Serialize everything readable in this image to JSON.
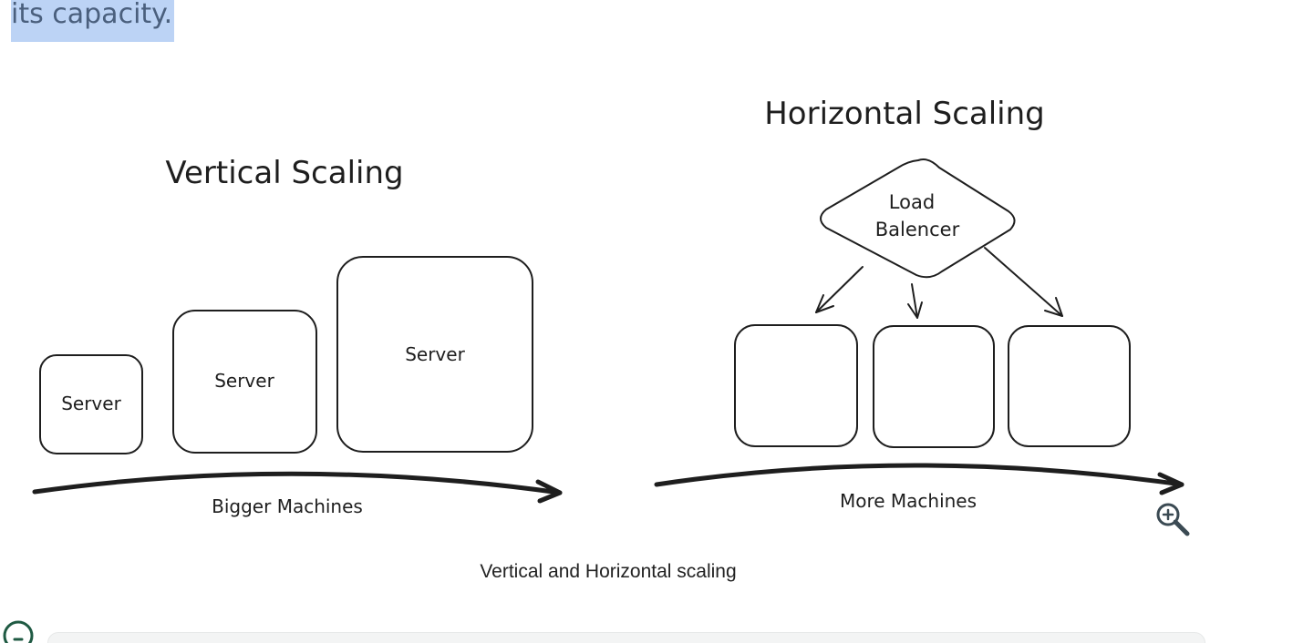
{
  "article": {
    "top_text": "its capacity.",
    "caption": "Vertical and Horizontal scaling"
  },
  "diagram": {
    "vertical": {
      "title": "Vertical Scaling",
      "servers": [
        "Server",
        "Server",
        "Server"
      ],
      "axis_label": "Bigger Machines"
    },
    "horizontal": {
      "title": "Horizontal Scaling",
      "balancer_lines": [
        "Load",
        "Balencer"
      ],
      "axis_label": "More Machines"
    }
  },
  "icons": {
    "zoom": "zoom-in-icon",
    "feedback": "feedback-icon"
  },
  "colors": {
    "ink": "#1e1e1e",
    "highlight": "#bcd3f5",
    "highlight_text": "#4a5f7d",
    "zoom_icon": "#3b4a53",
    "feedback_icon": "#1f5a43"
  }
}
